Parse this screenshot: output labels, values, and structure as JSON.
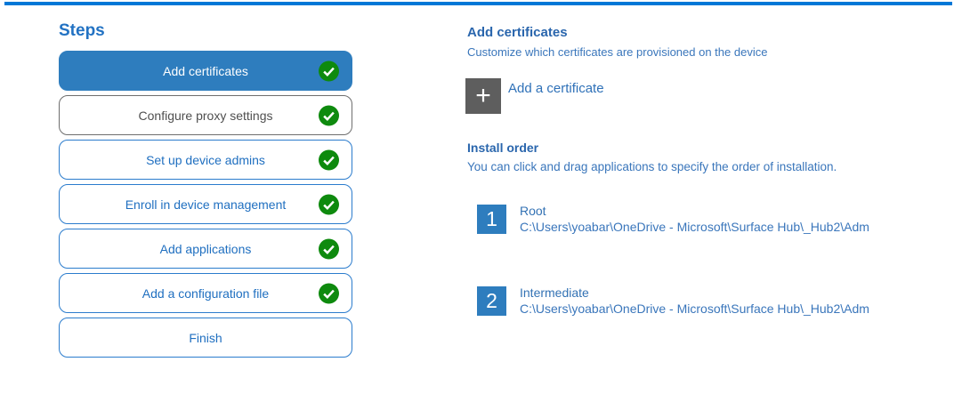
{
  "colors": {
    "top_line_blue": "#0078d7",
    "active_step_blue": "#2e7dbe",
    "step_border_blue": "#2b7ccd",
    "step_text_blue": "#1f6fc0",
    "gray_step_border": "#6e6e6e",
    "gray_step_text": "#4f4f4f",
    "check_green": "#0e8a0e",
    "tile_gray": "#5e5e5e",
    "heading_blue": "#2a66ad",
    "body_text_blue": "#3a76bb"
  },
  "sidebar": {
    "title": "Steps",
    "steps": [
      {
        "label": "Add certificates",
        "state": "active",
        "checked": true
      },
      {
        "label": "Configure proxy settings",
        "state": "gray",
        "checked": true
      },
      {
        "label": "Set up device admins",
        "state": "normal",
        "checked": true
      },
      {
        "label": "Enroll in device management",
        "state": "normal",
        "checked": true
      },
      {
        "label": "Add applications",
        "state": "normal",
        "checked": true
      },
      {
        "label": "Add a configuration file",
        "state": "normal",
        "checked": true
      },
      {
        "label": "Finish",
        "state": "normal",
        "checked": false
      }
    ]
  },
  "main": {
    "section_title": "Add certificates",
    "section_desc": "Customize which certificates are provisioned on the device",
    "add_certificate_label": "Add a certificate",
    "plus_glyph": "+",
    "install_order": {
      "title": "Install order",
      "desc": "You can click and drag applications to specify the order of installation.",
      "items": [
        {
          "index": "1",
          "name": "Root",
          "path": "C:\\Users\\yoabar\\OneDrive - Microsoft\\Surface Hub\\_Hub2\\Adm"
        },
        {
          "index": "2",
          "name": "Intermediate",
          "path": "C:\\Users\\yoabar\\OneDrive - Microsoft\\Surface Hub\\_Hub2\\Adm"
        }
      ]
    }
  }
}
